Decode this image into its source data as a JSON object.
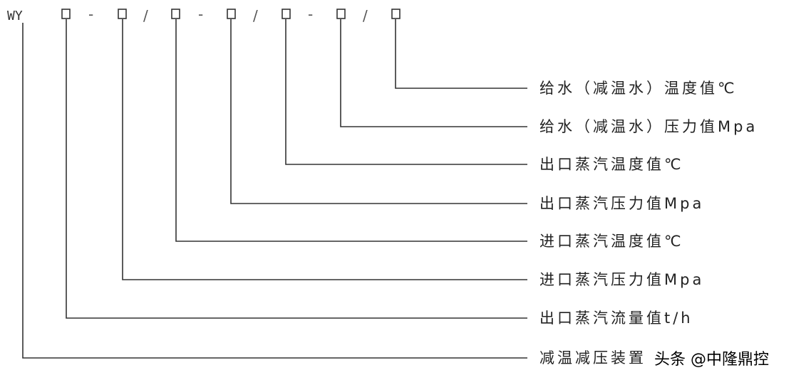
{
  "code": {
    "prefix": "WY",
    "separators": [
      "-",
      "/",
      "-",
      "/",
      "-",
      "/"
    ]
  },
  "labels": [
    "给水（减温水）温度值℃",
    "给水（减温水）压力值Mpa",
    "出口蒸汽温度值℃",
    "出口蒸汽压力值Mpa",
    "进口蒸汽温度值℃",
    "进口蒸汽压力值Mpa",
    "出口蒸汽流量值t/h",
    "减温减压装置"
  ],
  "watermark": "头条 @中隆鼎控"
}
